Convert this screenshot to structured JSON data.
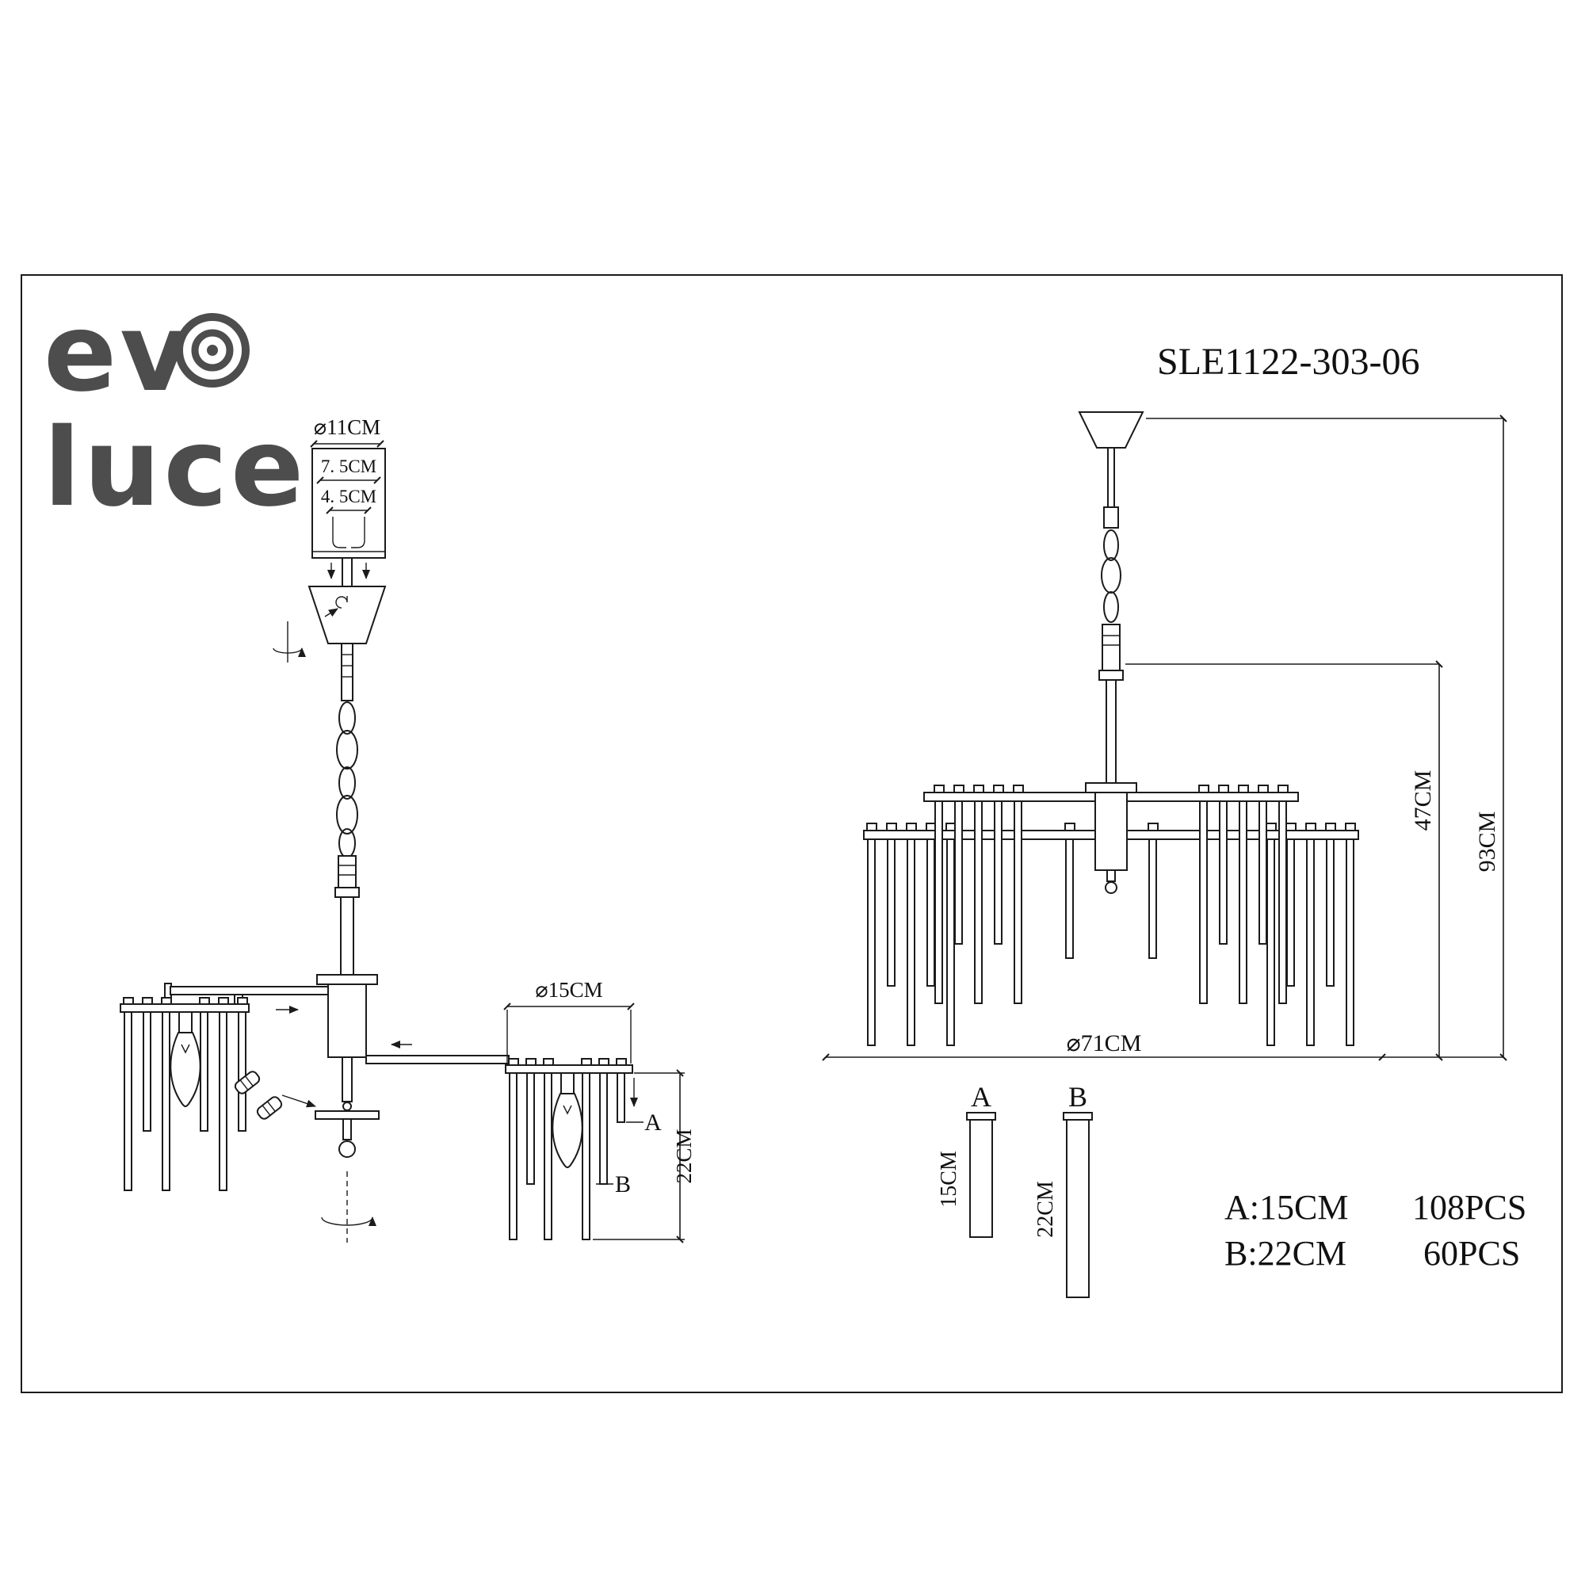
{
  "model_number": "SLE1122-303-06",
  "logo": {
    "line1": "ev",
    "line2": "luce"
  },
  "install": {
    "bracket_diameter": "⌀11CM",
    "bracket_width": "7. 5CM",
    "bracket_inner": "4. 5CM",
    "arm_diameter": "⌀15CM",
    "tube_dim": "22CM",
    "label_a": "A",
    "label_b": "B"
  },
  "assembled": {
    "height_upper": "47CM",
    "height_total": "93CM",
    "diameter": "⌀71CM"
  },
  "parts": {
    "label_a": "A",
    "label_b": "B",
    "length_a": "15CM",
    "length_b": "22CM"
  },
  "legend": {
    "a_spec": "A:15CM",
    "a_qty": "108PCS",
    "b_spec": "B:22CM",
    "b_qty": "60PCS"
  }
}
